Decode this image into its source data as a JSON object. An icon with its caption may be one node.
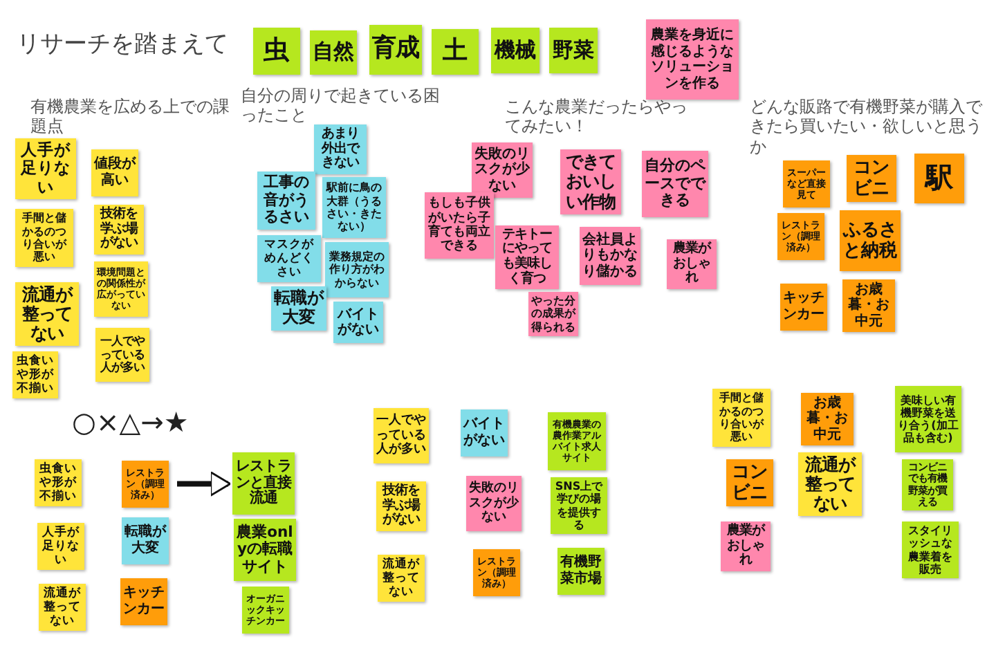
{
  "diagram": {
    "title": "リサーチを踏まえて",
    "nodes": [
      {
        "text": [
          "虫"
        ]
      },
      {
        "text": [
          "自然"
        ]
      },
      {
        "text": [
          "育成"
        ]
      },
      {
        "text": [
          "土"
        ]
      },
      {
        "text": [
          "機械"
        ]
      },
      {
        "text": [
          "野菜"
        ]
      },
      {
        "text": [
          "農業を身近に感じるようなソリューションを作る"
        ]
      },
      {
        "text": [
          "人手が足りない"
        ]
      },
      {
        "text": [
          "値段が高い"
        ]
      },
      {
        "text": [
          "手間と儲かるのつり合いが悪い"
        ]
      },
      {
        "text": [
          "技術を学ぶ場がない"
        ]
      },
      {
        "text": [
          "環境問題との関係性が広がっていない"
        ]
      },
      {
        "text": [
          "流通が整ってない"
        ]
      },
      {
        "text": [
          "一人でやっている人が多い"
        ]
      },
      {
        "text": [
          "虫食いや形が不揃い"
        ]
      },
      {
        "text": [
          "あまり外出できない"
        ]
      },
      {
        "text": [
          "工事の音がうるさい"
        ]
      },
      {
        "text": [
          "駅前に鳥の大群（うるさい・きたない）"
        ]
      },
      {
        "text": [
          "マスクがめんどくさい"
        ]
      },
      {
        "text": [
          "業務規定の作り方がわからない"
        ]
      },
      {
        "text": [
          "転職が大変"
        ]
      },
      {
        "text": [
          "バイトがない"
        ]
      },
      {
        "text": [
          "失敗のリスクが少ない"
        ]
      },
      {
        "text": [
          "できておいしい作物"
        ]
      },
      {
        "text": [
          "自分のペースでできる"
        ]
      },
      {
        "text": [
          "もしも子供がいたら子育ても両立できる"
        ]
      },
      {
        "text": [
          "テキトーにやっても美味しく育つ"
        ]
      },
      {
        "text": [
          "会社員よりもかなり儲かる"
        ]
      },
      {
        "text": [
          "農業がおしゃれ"
        ]
      },
      {
        "text": [
          "やった分の成果が得られる"
        ]
      },
      {
        "text": [
          "スーパーなど直接見て"
        ]
      },
      {
        "text": [
          "コンビニ"
        ]
      },
      {
        "text": [
          "駅"
        ]
      },
      {
        "text": [
          "レストラン（調理済み）"
        ]
      },
      {
        "text": [
          "ふるさと納税"
        ]
      },
      {
        "text": [
          "キッチンカー"
        ]
      },
      {
        "text": [
          "お歳暮・お中元"
        ]
      },
      {
        "text": [
          "虫食いや形が不揃い"
        ]
      },
      {
        "text": [
          "レストラン（調理済み）"
        ]
      },
      {
        "text": [
          "レストランと直接流通"
        ]
      },
      {
        "text": [
          "人手が足りない"
        ]
      },
      {
        "text": [
          "転職が大変"
        ]
      },
      {
        "text": [
          "農業onlyの転職サイト"
        ]
      },
      {
        "text": [
          "流通が整ってない"
        ]
      },
      {
        "text": [
          "キッチンカー"
        ]
      },
      {
        "text": [
          "オーガニックキッチンカー"
        ]
      },
      {
        "text": [
          "一人でやっている人が多い"
        ]
      },
      {
        "text": [
          "バイトがない"
        ]
      },
      {
        "text": [
          "有機農業の農作業アルバイト求人サイト"
        ]
      },
      {
        "text": [
          "技術を学ぶ場がない"
        ]
      },
      {
        "text": [
          "失敗のリスクが少ない"
        ]
      },
      {
        "text": [
          "SNS上で学びの場を提供する"
        ]
      },
      {
        "text": [
          "流通が整ってない"
        ]
      },
      {
        "text": [
          "レストラン（調理済み）"
        ]
      },
      {
        "text": [
          "有機野菜市場"
        ]
      },
      {
        "text": [
          "手間と儲かるのつり合いが悪い"
        ]
      },
      {
        "text": [
          "お歳暮・お中元"
        ]
      },
      {
        "text": [
          "美味しい有機野菜を送り合う(加工品も含む)"
        ]
      },
      {
        "text": [
          "コンビニ"
        ]
      },
      {
        "text": [
          "流通が整ってない"
        ]
      },
      {
        "text": [
          "コンビニでも有機野菜が買える"
        ]
      },
      {
        "text": [
          "農業がおしゃれ"
        ]
      },
      {
        "text": [
          "スタイリッシュな農業着を販売"
        ]
      }
    ],
    "edges": [
      {
        "from": 38,
        "to": 39,
        "arrow": "to"
      }
    ],
    "labels": [
      "有機農業を広める上での課題点",
      "自分の周りで起きている困ったこと",
      "こんな農業だったらやってみたい！",
      "どんな販路で有機野菜が購入できたら買いたい・欲しいと思うか",
      "○×△→★"
    ]
  }
}
